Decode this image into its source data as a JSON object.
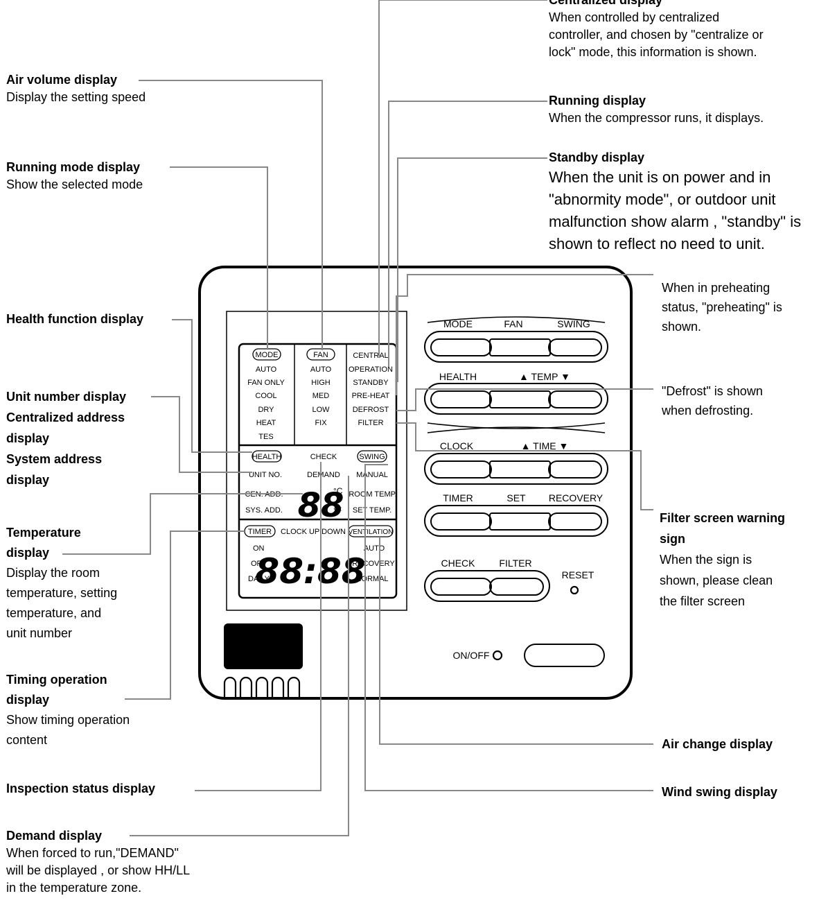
{
  "annotations": {
    "centralized": {
      "title": "Centralized display",
      "lines": [
        "When controlled by centralized",
        "controller, and chosen by  \"centralize or",
        "lock\" mode,  this information is shown."
      ]
    },
    "air_volume": {
      "title": "Air volume display",
      "lines": [
        "Display the setting speed"
      ]
    },
    "running": {
      "title": "Running display",
      "lines": [
        "When the compressor runs, it displays."
      ]
    },
    "running_mode": {
      "title": "Running mode display",
      "lines": [
        "Show the selected mode"
      ]
    },
    "standby": {
      "title": "Standby display",
      "lines": [
        "When the unit is on power and in",
        "\"abnormity mode\", or outdoor unit",
        "malfunction show alarm , \"standby\" is",
        "shown to reflect no need to unit."
      ]
    },
    "preheat": {
      "lines": [
        "When in preheating",
        "status, \"preheating\" is",
        "shown."
      ]
    },
    "health": {
      "title": "Health function display"
    },
    "unit_number": {
      "title_lines": [
        "Unit number display",
        "Centralized address",
        "display",
        "System address",
        "display"
      ]
    },
    "defrost": {
      "lines": [
        "\"Defrost\" is shown",
        "when defrosting."
      ]
    },
    "filter": {
      "title_lines": [
        "Filter screen warning",
        "sign"
      ],
      "lines": [
        "When the sign is",
        "shown, please clean",
        "the filter screen"
      ]
    },
    "temperature": {
      "title_lines": [
        "Temperature",
        "display"
      ],
      "lines": [
        "Display the room",
        "temperature, setting",
        "temperature,  and",
        "unit number"
      ]
    },
    "timing": {
      "title_lines": [
        "Timing operation",
        "display"
      ],
      "lines": [
        "Show timing operation",
        "content"
      ]
    },
    "air_change": {
      "title": "Air change display"
    },
    "inspection": {
      "title": "Inspection status display"
    },
    "wind_swing": {
      "title": "Wind swing display"
    },
    "demand": {
      "title": "Demand display",
      "lines": [
        "When forced to run,\"DEMAND\"",
        "will be displayed , or show HH/LL",
        "in the temperature zone."
      ]
    }
  },
  "lcd": {
    "mode_box": "MODE",
    "mode_items": [
      "AUTO",
      "FAN ONLY",
      "COOL",
      "DRY",
      "HEAT",
      "TES"
    ],
    "fan_box": "FAN",
    "fan_items": [
      "AUTO",
      "HIGH",
      "MED",
      "LOW",
      "FIX"
    ],
    "status_items": [
      "CENTRAL",
      "OPERATION",
      "STANDBY",
      "PRE-HEAT",
      "DEFROST",
      "FILTER"
    ],
    "health_box": "HEALTH",
    "check": "CHECK",
    "swing_box": "SWING",
    "unit_no": "UNIT NO.",
    "demand": "DEMAND",
    "manual": "MANUAL",
    "cen_add": "CEN. ADD.",
    "sys_add": "SYS. ADD.",
    "room_temp": "ROOM TEMP.",
    "set_temp": "SET TEMP.",
    "temp_digits": "88",
    "unit_c": "°C",
    "unit_f": "°F",
    "timer_box": "TIMER",
    "clock_up_down": "CLOCK UP  DOWN",
    "ventilation_box": "VENTILATION",
    "on": "ON",
    "off": "OFF",
    "daily": "DAILY",
    "clock_digits": "88:88",
    "auto": "AUTO",
    "recovery": "RECOVERY",
    "normal": "NORMAL"
  },
  "buttons": {
    "row1": [
      "MODE",
      "FAN",
      "SWING"
    ],
    "row2_left": "HEALTH",
    "row2_right": "▲  TEMP  ▼",
    "row3_left": "CLOCK",
    "row3_right": "▲  TIME  ▼",
    "row4": [
      "TIMER",
      "SET",
      "RECOVERY"
    ],
    "row5": [
      "CHECK",
      "FILTER"
    ],
    "reset": "RESET",
    "onoff": "ON/OFF"
  }
}
